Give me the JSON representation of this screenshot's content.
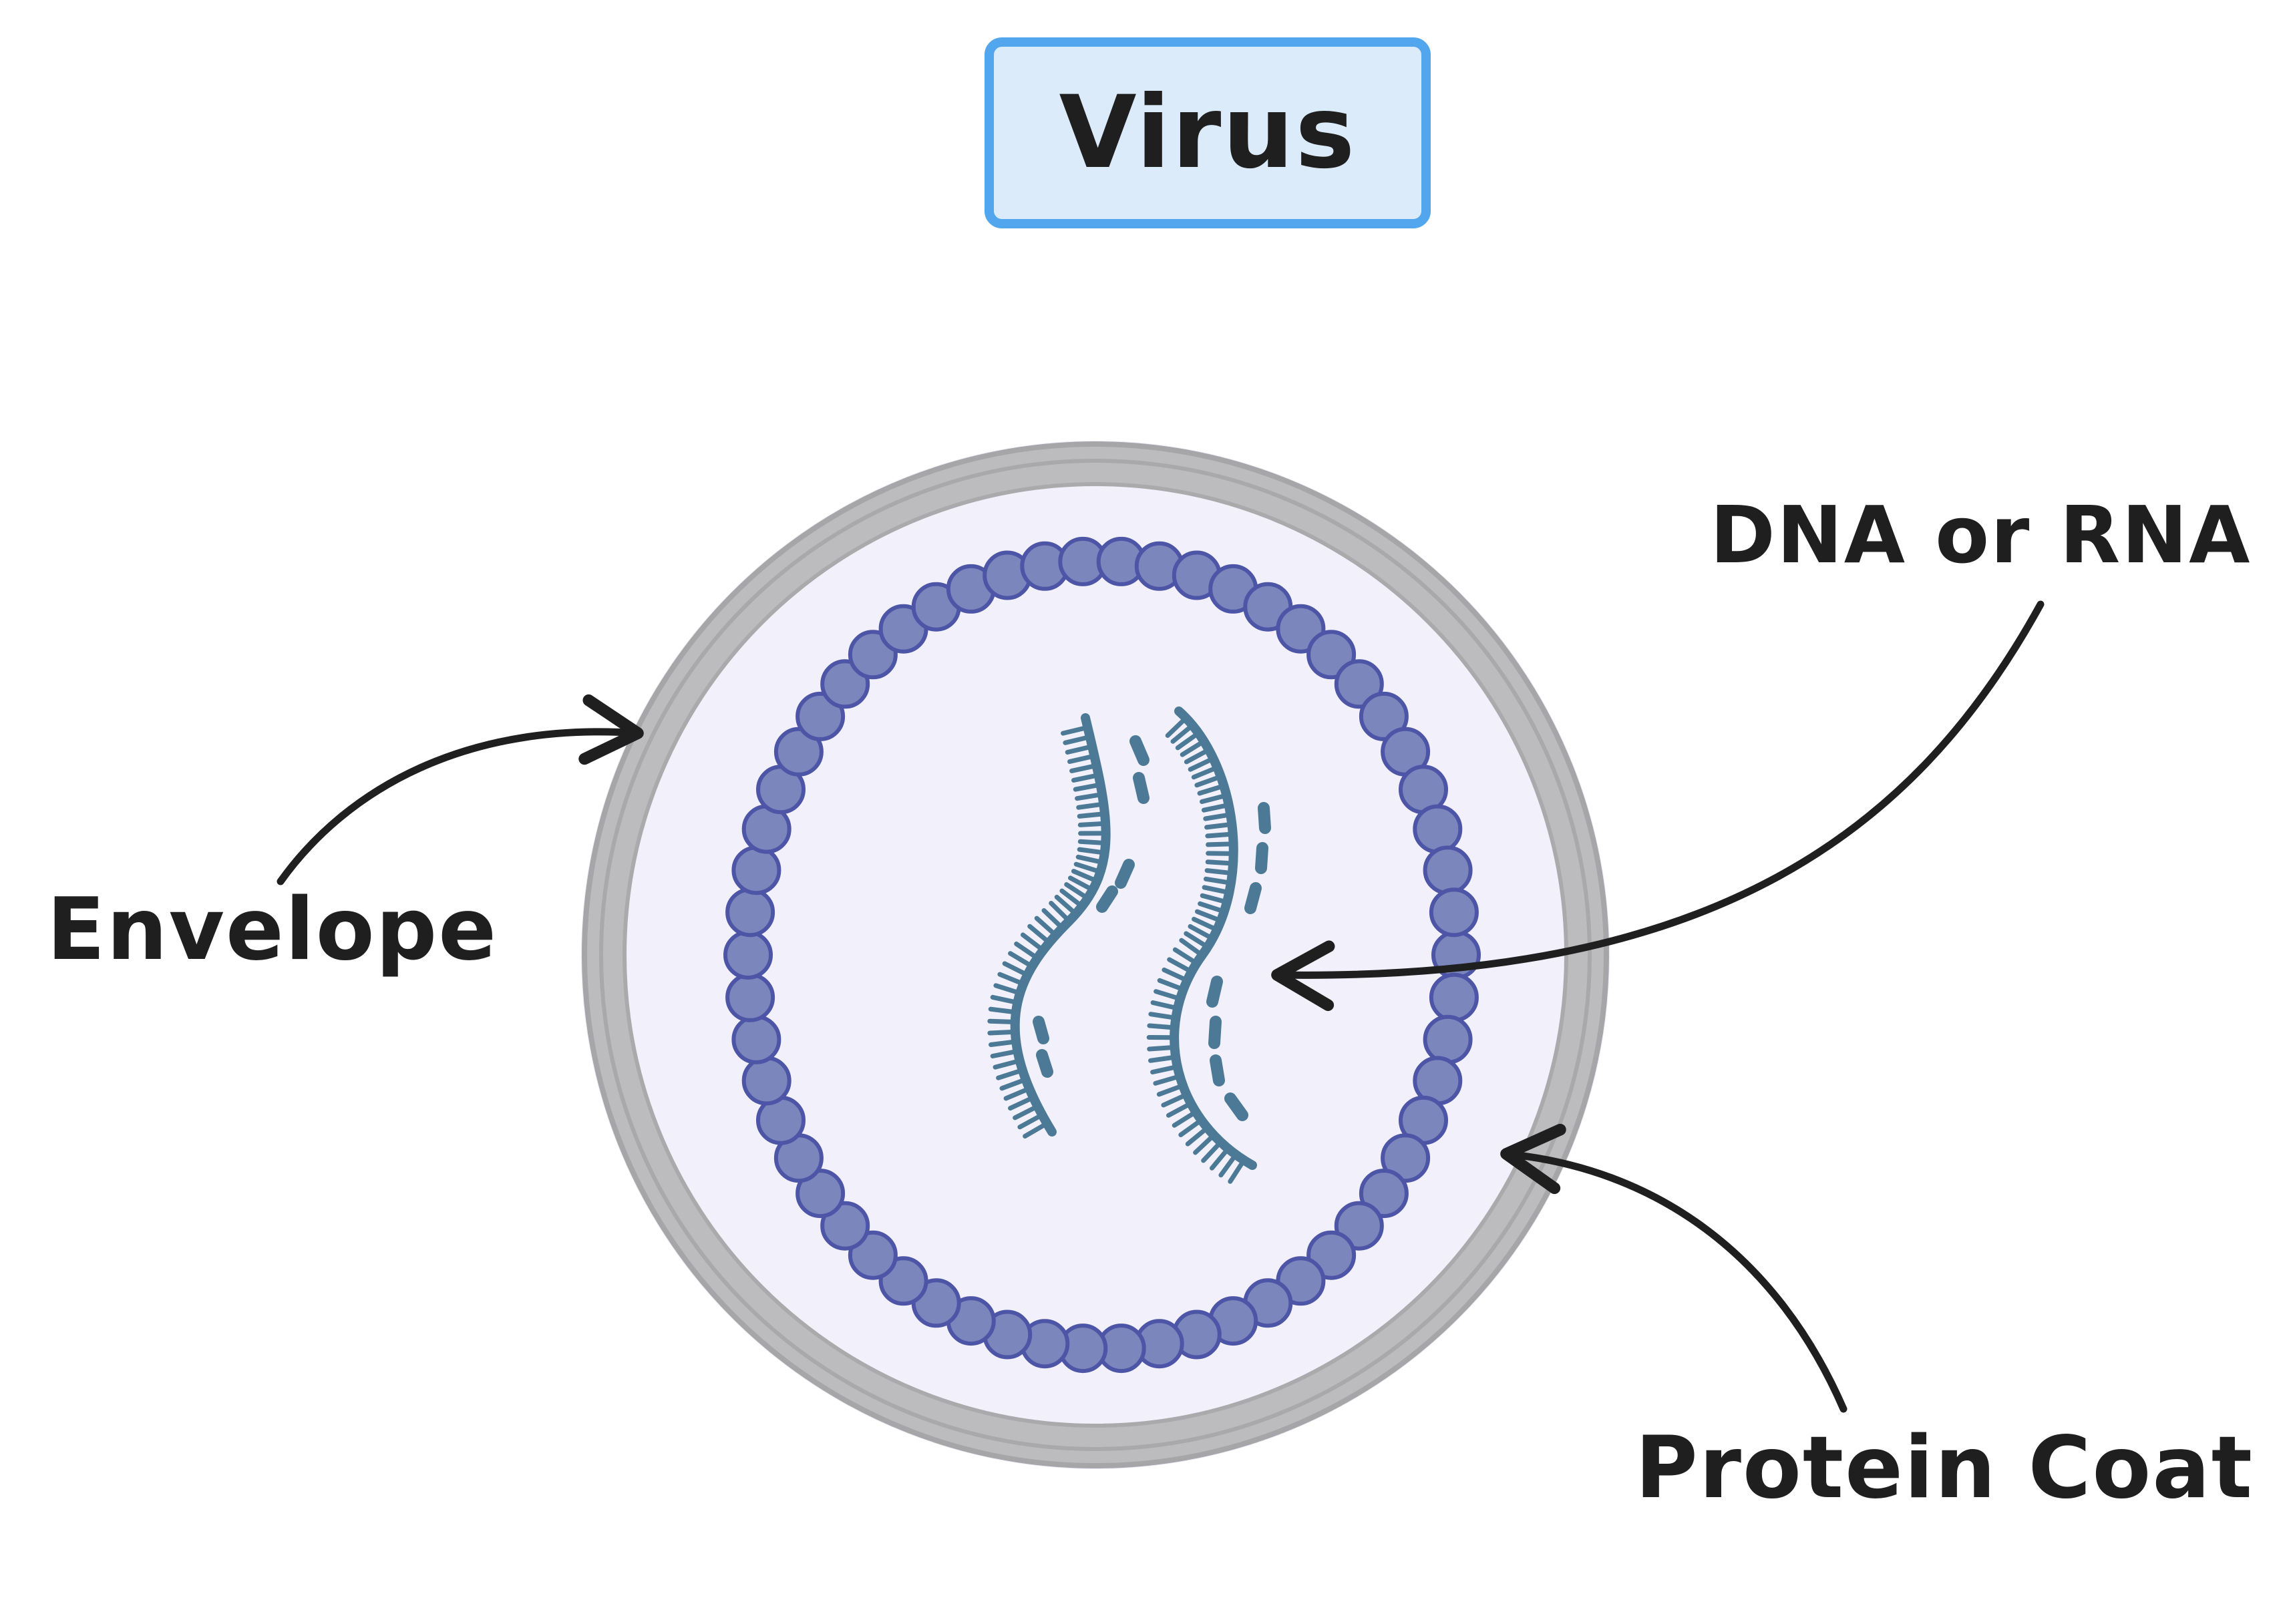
{
  "title": "Virus",
  "labels": {
    "envelope": "Envelope",
    "genetic_material": "DNA or RNA",
    "protein_coat": "Protein Coat"
  },
  "colors": {
    "title_fill": "#dcebf9",
    "title_border": "#52a6ee",
    "envelope_ring": "#bcbcbe",
    "envelope_ring_edge": "#a6a6a8",
    "interior": "#f2f0fa",
    "capsomere_fill": "#7b86bd",
    "capsomere_stroke": "#4d55a6",
    "nucleic_acid": "#4c7996",
    "arrow": "#1f1f1f"
  }
}
